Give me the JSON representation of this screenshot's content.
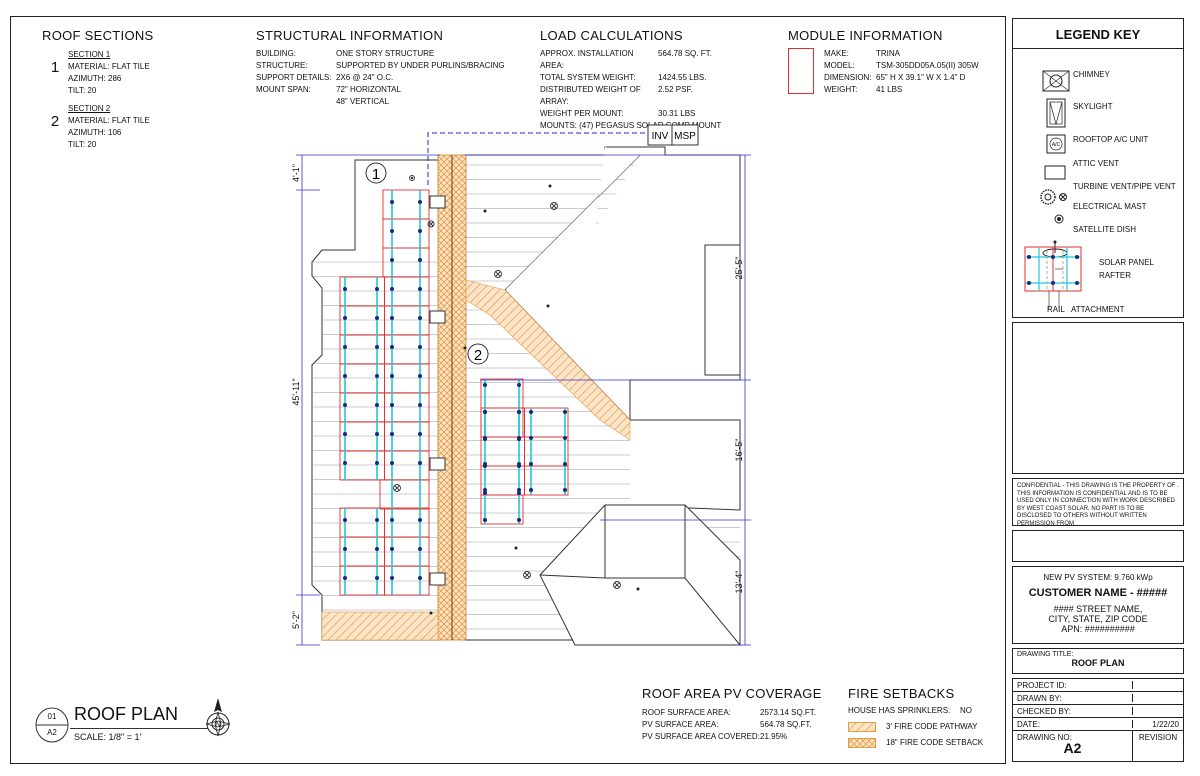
{
  "roof_sections": {
    "title": "ROOF SECTIONS",
    "sections": [
      {
        "num": "1",
        "name": "SECTION 1",
        "material": "MATERIAL: FLAT TILE",
        "azimuth": "AZIMUTH: 286",
        "tilt": "TILT: 20"
      },
      {
        "num": "2",
        "name": "SECTION 2",
        "material": "MATERIAL: FLAT TILE",
        "azimuth": "AZIMUTH: 106",
        "tilt": "TILT: 20"
      }
    ]
  },
  "structural": {
    "title": "STRUCTURAL INFORMATION",
    "rows": [
      {
        "label": "BUILDING:",
        "value": "ONE STORY STRUCTURE"
      },
      {
        "label": "STRUCTURE:",
        "value": "SUPPORTED BY UNDER PURLINS/BRACING"
      },
      {
        "label": "SUPPORT DETAILS:",
        "value": "2X6 @ 24\" O.C."
      },
      {
        "label": "MOUNT SPAN:",
        "value": "72\" HORIZONTAL"
      },
      {
        "label": "",
        "value": "48\" VERTICAL"
      }
    ]
  },
  "load": {
    "title": "LOAD CALCULATIONS",
    "rows": [
      {
        "label": "APPROX. INSTALLATION AREA:",
        "value": "564.78 SQ. FT."
      },
      {
        "label": "TOTAL SYSTEM WEIGHT:",
        "value": "1424.55 LBS."
      },
      {
        "label": "DISTRIBUTED WEIGHT OF ARRAY:",
        "value": "2.52 PSF."
      },
      {
        "label": "WEIGHT PER MOUNT:",
        "value": "30.31 LBS"
      }
    ],
    "mounts": "MOUNTS: (47) PEGASUS SOLAR COMP MOUNT"
  },
  "module": {
    "title": "MODULE INFORMATION",
    "rows": [
      {
        "label": "MAKE:",
        "value": "TRINA"
      },
      {
        "label": "MODEL:",
        "value": "TSM-305DD05A.05(II) 305W"
      },
      {
        "label": "DIMENSION:",
        "value": "65\" H X 39.1\" W X 1.4\" D"
      },
      {
        "label": "WEIGHT:",
        "value": "41 LBS"
      }
    ]
  },
  "plan": {
    "inv": "INV",
    "msp": "MSP",
    "marker1": "1",
    "marker2": "2",
    "dims_left": [
      "4'-1\"",
      "45'-11\"",
      "5'-2\""
    ],
    "dims_right": [
      "25'-5\"",
      "16'-5\"",
      "13'-4\""
    ]
  },
  "coverage": {
    "title": "ROOF AREA PV COVERAGE",
    "rows": [
      {
        "label": "ROOF SURFACE AREA:",
        "value": "2573.14 SQ.FT."
      },
      {
        "label": "PV SURFACE AREA:",
        "value": "564.78 SQ.FT."
      },
      {
        "label": "PV SURFACE AREA COVERED:",
        "value": "21.95%"
      }
    ]
  },
  "fire": {
    "title": "FIRE SETBACKS",
    "sprinklers_label": "HOUSE HAS SPRINKLERS:",
    "sprinklers_value": "NO",
    "pathway": "3' FIRE CODE PATHWAY",
    "setback": "18\" FIRE CODE SETBACK"
  },
  "title_block": {
    "sheet_num": "01",
    "sheet_ref": "A2",
    "title": "ROOF PLAN",
    "scale": "SCALE: 1/8\" = 1'",
    "compass": "N"
  },
  "legend": {
    "title": "LEGEND KEY",
    "items": [
      "CHIMNEY",
      "SKYLIGHT",
      "ROOFTOP A/C UNIT",
      "ATTIC VENT",
      "TURBINE VENT/PIPE VENT",
      "ELECTRICAL MAST",
      "SATELLITE DISH"
    ],
    "ac_symbol": "A/C",
    "solar_panel": "SOLAR PANEL",
    "rafter": "RAFTER",
    "rail": "RAIL",
    "attachment": "ATTACHMENT"
  },
  "confidential": "CONFIDENTIAL - THIS DRAWING IS THE PROPERTY OF . THIS INFORMATION IS CONFIDENTIAL AND IS TO BE USED ONLY IN CONNECTION WITH WORK DESCRIBED BY WEST COAST SOLAR. NO PART IS TO BE DISCLOSED TO OTHERS WITHOUT WRITTEN PERMISSION FROM",
  "customer": {
    "system": "NEW PV SYSTEM: 9.760 kWp",
    "name": "CUSTOMER NAME - #####",
    "street": "#### STREET NAME,",
    "city": "CITY, STATE, ZIP CODE",
    "apn": "APN: ##########"
  },
  "drawing": {
    "title_label": "DRAWING TITLE:",
    "title_value": "ROOF PLAN",
    "project_id": "PROJECT ID:",
    "drawn_by": "DRAWN BY:",
    "checked_by": "CHECKED BY:",
    "date_label": "DATE:",
    "date_value": "1/22/20",
    "drawing_no": "DRAWING NO:",
    "revision": "REVISION",
    "sheet": "A2"
  }
}
